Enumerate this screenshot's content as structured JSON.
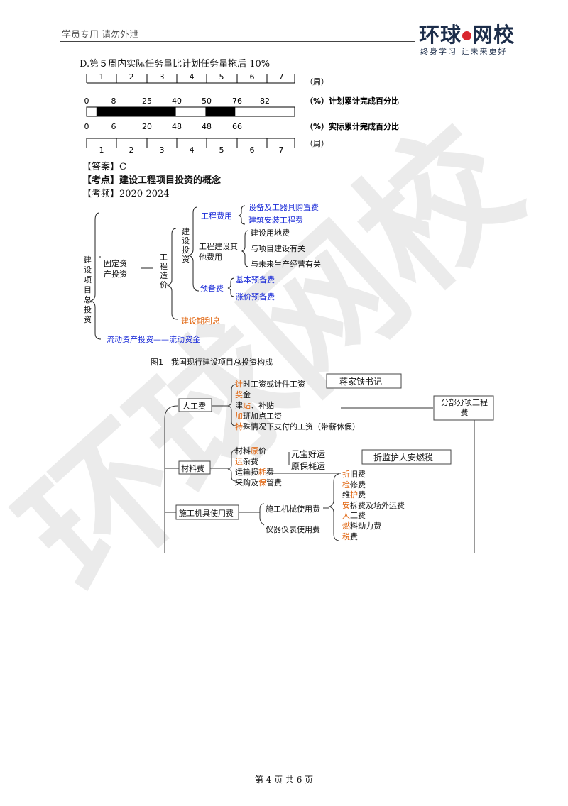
{
  "header": {
    "left_text": "学员专用 请勿外泄",
    "logo_text": "环球网校",
    "logo_slogan": "终身学习 让未来更好"
  },
  "question": {
    "option_d": "D.第５周内实际任务量比计划任务量拖后 10%"
  },
  "progress_chart": {
    "weeks_top": [
      "1",
      "2",
      "3",
      "4",
      "5",
      "6",
      "7"
    ],
    "weeks_bottom": [
      "1",
      "2",
      "3",
      "4",
      "5",
      "6",
      "7"
    ],
    "week_unit": "（周）",
    "plan_values": [
      "0",
      "8",
      "25",
      "40",
      "50",
      "76",
      "82"
    ],
    "plan_label": "（%）计划累计完成百分比",
    "actual_values": [
      "0",
      "6",
      "20",
      "48",
      "48",
      "66"
    ],
    "actual_label": "（%）实际累计完成百分比",
    "bar_segments": [
      {
        "from_week": 0.33,
        "to_week": 3.0,
        "fill": "#000000"
      },
      {
        "from_week": 4.0,
        "to_week": 5.0,
        "fill": "#000000"
      }
    ]
  },
  "answer": {
    "answer_label": "【答案】",
    "answer_value": "C",
    "point_label": "【考点】",
    "point_value": "建设工程项目投资的概念",
    "freq_label": "【考频】",
    "freq_value": "2020-2024"
  },
  "figure1": {
    "root": "建设项目总投资",
    "fixed_asset": "固定资产投资",
    "dash": "——",
    "project_cost": "工程造价",
    "construction_invest": "建设投资",
    "engineering_fee": "工程费用",
    "equipment": "设备及工器具购置费",
    "install": "建筑安装工程费",
    "other_fee": "工程建设其他费用",
    "land": "建设用地费",
    "related": "与项目建设有关",
    "future": "与未来生产经营有关",
    "reserve": "预备费",
    "basic_reserve": "基本预备费",
    "price_reserve": "涨价预备费",
    "interest": "建设期利息",
    "current_asset": "流动资产投资——流动资金",
    "caption": "图1　我国现行建设项目总投资构成"
  },
  "figure2": {
    "mnemonic1": "蒋家铁书记",
    "mnemonic2": "折监护人安燃税",
    "labor": "人工费",
    "labor_items": [
      {
        "hl": "计",
        "rest": "时工资或计件工资"
      },
      {
        "hl": "奖",
        "rest": "金"
      },
      {
        "pre": "津",
        "hl": "贴",
        "rest": "、补贴"
      },
      {
        "hl": "加",
        "rest": "班加点工资"
      },
      {
        "hl": "特",
        "rest": "殊情况下支付的工资（带薪休假）"
      }
    ],
    "result": "分部分项工程费",
    "material": "材料费",
    "material_items": [
      {
        "pre": "材料",
        "hl": "原",
        "rest": "价"
      },
      {
        "hl": "运",
        "rest": "杂费"
      },
      {
        "pre": "运输损",
        "hl": "耗",
        "rest": "费"
      },
      {
        "pre": "采购及",
        "hl": "保",
        "rest": "管费"
      }
    ],
    "material_mnemonic1": "元宝好运",
    "material_mnemonic2": "原保耗运",
    "machine": "施工机具使用费",
    "machine_use": "施工机械使用费",
    "instrument": "仪器仪表使用费",
    "machine_items": [
      {
        "hl": "折",
        "rest": "旧费"
      },
      {
        "hl": "检",
        "rest": "修费"
      },
      {
        "pre": "维",
        "hl": "护",
        "rest": "费"
      },
      {
        "hl": "安",
        "rest": "拆费及场外运费"
      },
      {
        "hl": "人",
        "rest": "工费"
      },
      {
        "hl": "燃",
        "rest": "料动力费"
      },
      {
        "hl": "税",
        "rest": "费"
      }
    ]
  },
  "watermark": "环球网校",
  "footer": "第 4 页 共 6 页",
  "colors": {
    "accent_blue": "#1a2bd8",
    "accent_orange": "#e0620a",
    "brand_red": "#d9262e",
    "brand_navy": "#1c2d4a"
  }
}
